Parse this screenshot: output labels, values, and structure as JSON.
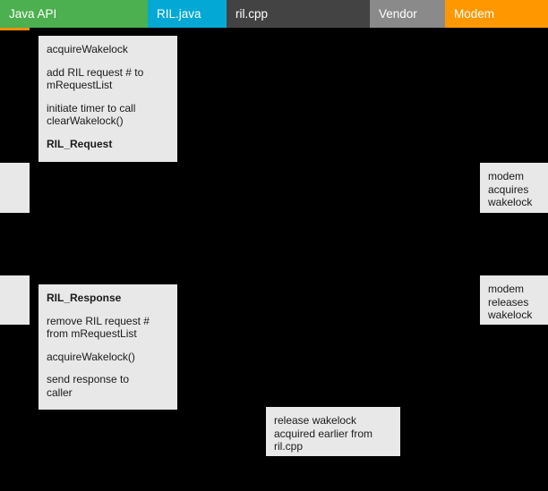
{
  "lanes": [
    {
      "id": "java-api",
      "label": "Java API",
      "color": "#4CAF50"
    },
    {
      "id": "ril-java",
      "label": "RIL.java",
      "color": "#03A9D4"
    },
    {
      "id": "ril-cpp",
      "label": "ril.cpp",
      "color": "#434343"
    },
    {
      "id": "vendor",
      "label": "Vendor",
      "color": "#8A8A8A"
    },
    {
      "id": "modem",
      "label": "Modem",
      "color": "#FF9800"
    }
  ],
  "notes": {
    "ril_request": {
      "line1": "acquireWakelock",
      "line2": "add RIL request # to\nmRequestList",
      "line3": "initiate timer to call\nclearWakelock()",
      "title": "RIL_Request"
    },
    "ril_response": {
      "title": "RIL_Response",
      "line1": "remove RIL request #\nfrom mRequestList",
      "line2": "acquireWakelock()",
      "line3": "send response to\ncaller"
    },
    "modem_acquires": {
      "text": "modem\nacquires\nwakelock"
    },
    "modem_releases": {
      "text": "modem\nreleases\nwakelock"
    },
    "release_wakelock": {
      "text": "release wakelock\nacquired earlier from\nril.cpp"
    }
  },
  "colors": {
    "background": "#000000",
    "note_background": "#E8E8E8",
    "note_text": "#1a1a1a",
    "accent_strip": "#F09000",
    "header_text": "#ffffff"
  }
}
